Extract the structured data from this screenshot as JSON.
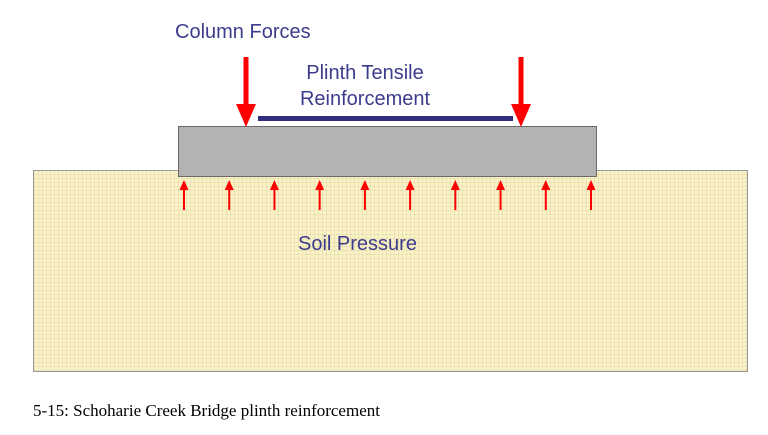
{
  "labels": {
    "column_forces": "Column Forces",
    "plinth_tensile_line1": "Plinth Tensile",
    "plinth_tensile_line2": "Reinforcement",
    "soil_pressure": "Soil Pressure"
  },
  "caption": "5-15: Schoharie Creek Bridge plinth reinforcement",
  "colors": {
    "label_text": "#3c3c8c",
    "arrow": "#ff0000",
    "reinforcement": "#2e2e7a",
    "plinth": "#b3b3b3",
    "soil": "#fbf3c8"
  },
  "soil_pressure_arrow_count": 10,
  "column_force_arrow_count": 2
}
